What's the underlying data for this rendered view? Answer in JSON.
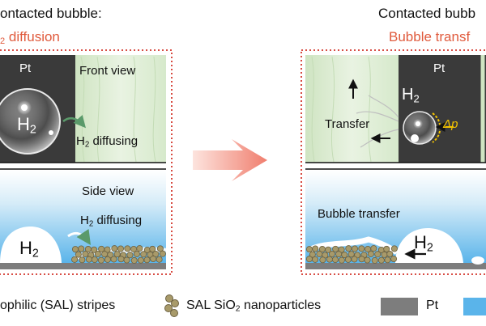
{
  "left_panel": {
    "title_line1": "ontacted bubble:",
    "title_line2_sub": "2",
    "title_line2_rest": " diffusion",
    "pt_label": "Pt",
    "front_view_label": "Front view",
    "bubble_label": "H",
    "bubble_sub": "2",
    "diffusing_front_pre": "H",
    "diffusing_front_sub": "2",
    "diffusing_front_post": " diffusing",
    "side_view_label": "Side view",
    "diffusing_side_pre": "H",
    "diffusing_side_sub": "2",
    "diffusing_side_post": " diffusing",
    "side_bubble_label": "H",
    "side_bubble_sub": "2"
  },
  "right_panel": {
    "title_line1": "Contacted bubb",
    "title_line2": "Bubble transf",
    "pt_label": "Pt",
    "bubble_label": "H",
    "bubble_sub": "2",
    "transfer_label": "Transfer",
    "delta_p_label": "Δp",
    "bubble_transfer_label": "Bubble transfer",
    "side_bubble_label": "H",
    "side_bubble_sub": "2"
  },
  "legend": {
    "sal_stripes": "ophilic (SAL) stripes",
    "nanoparticles_pre": "SAL SiO",
    "nanoparticles_sub": "2",
    "nanoparticles_post": " nanoparticles",
    "pt": "Pt"
  },
  "colors": {
    "accent_red": "#e05a3c",
    "pt_dark": "#3a3a3a",
    "sal_green": "#dcebd2",
    "electrolyte_blue": "#5ab4ea",
    "pt_gray": "#7d7d7d",
    "particle": "#a89a6a",
    "delta_p_yellow": "#f2c200"
  }
}
